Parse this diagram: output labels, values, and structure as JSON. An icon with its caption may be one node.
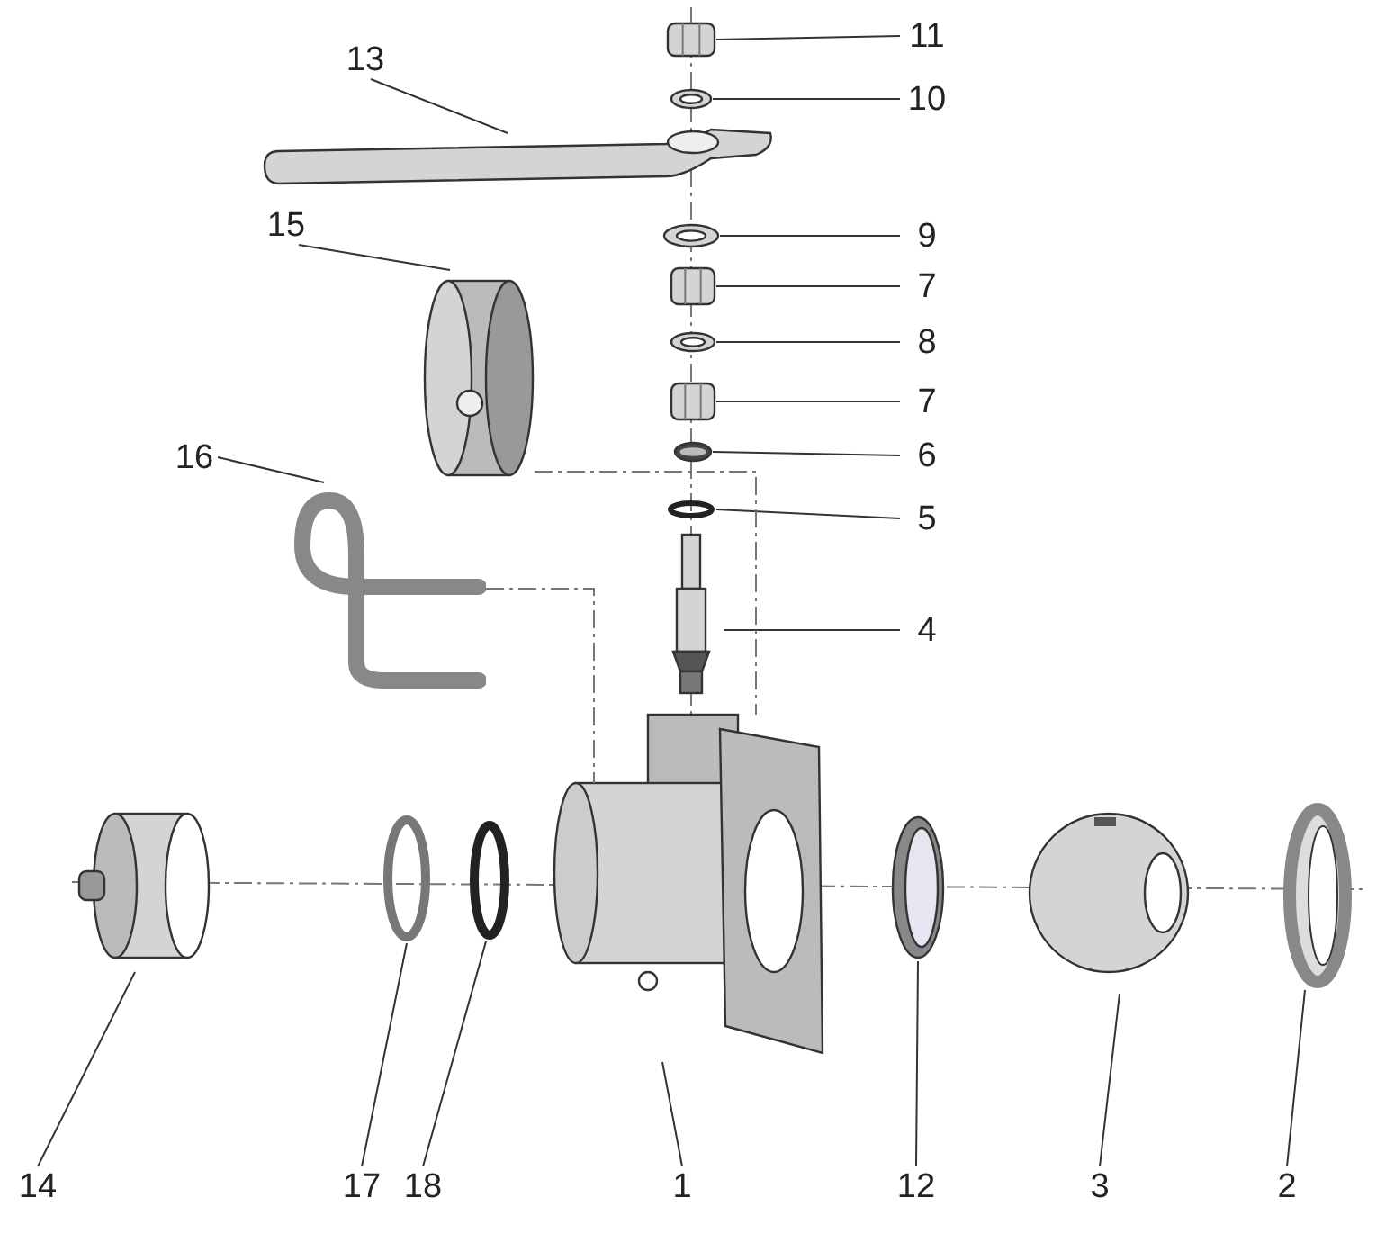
{
  "diagram": {
    "nodes": [
      {
        "text": [
          "11"
        ]
      },
      {
        "text": [
          "13"
        ]
      },
      {
        "text": [
          "10"
        ]
      },
      {
        "text": [
          "15"
        ]
      },
      {
        "text": [
          "9"
        ]
      },
      {
        "text": [
          "7"
        ]
      },
      {
        "text": [
          "8"
        ]
      },
      {
        "text": [
          "7"
        ]
      },
      {
        "text": [
          "6"
        ]
      },
      {
        "text": [
          "16"
        ]
      },
      {
        "text": [
          "5"
        ]
      },
      {
        "text": [
          "4"
        ]
      },
      {
        "text": [
          "14"
        ]
      },
      {
        "text": [
          "17"
        ]
      },
      {
        "text": [
          "18"
        ]
      },
      {
        "text": [
          "1"
        ]
      },
      {
        "text": [
          "12"
        ]
      },
      {
        "text": [
          "3"
        ]
      },
      {
        "text": [
          "2"
        ]
      },
      {
        "text": [],
        "shape": "picture"
      },
      {
        "text": [],
        "shape": "picture"
      },
      {
        "text": [],
        "shape": "picture"
      },
      {
        "text": [],
        "shape": "picture"
      },
      {
        "text": [],
        "shape": "picture"
      },
      {
        "text": [],
        "shape": "picture"
      },
      {
        "text": [],
        "shape": "picture"
      },
      {
        "text": [],
        "shape": "picture"
      },
      {
        "text": [],
        "shape": "picture"
      },
      {
        "text": [],
        "shape": "picture"
      },
      {
        "text": [],
        "shape": "circle"
      },
      {
        "text": [],
        "shape": "picture"
      },
      {
        "text": [],
        "shape": "cylinder"
      },
      {
        "text": [],
        "shape": "circle"
      },
      {
        "text": [],
        "shape": "circle"
      },
      {
        "text": [],
        "shape": "picture"
      },
      {
        "text": [],
        "shape": "picture"
      },
      {
        "text": [],
        "shape": "picture"
      },
      {
        "text": [],
        "shape": "circle"
      }
    ],
    "edges": [
      {
        "from": 0,
        "to": 19,
        "arrow": "none"
      },
      {
        "from": 1,
        "to": 20,
        "arrow": "none"
      },
      {
        "from": 2,
        "to": 21,
        "arrow": "none"
      },
      {
        "from": 3,
        "to": 22,
        "arrow": "none"
      },
      {
        "from": 4,
        "to": 23,
        "arrow": "none"
      },
      {
        "from": 5,
        "to": 24,
        "arrow": "none"
      },
      {
        "from": 6,
        "to": 25,
        "arrow": "none"
      },
      {
        "from": 7,
        "to": 26,
        "arrow": "none"
      },
      {
        "from": 8,
        "to": 27,
        "arrow": "none"
      },
      {
        "from": 9,
        "to": 28,
        "arrow": "none"
      },
      {
        "from": 10,
        "to": 29,
        "arrow": "none"
      },
      {
        "from": 11,
        "to": 30,
        "arrow": "none"
      },
      {
        "from": 12,
        "to": 31,
        "arrow": "none"
      },
      {
        "from": 13,
        "to": 32,
        "arrow": "none"
      },
      {
        "from": 14,
        "to": 33,
        "arrow": "none"
      },
      {
        "from": 15,
        "to": 34,
        "arrow": "none"
      },
      {
        "from": 16,
        "to": 35,
        "arrow": "none"
      },
      {
        "from": 17,
        "to": 36,
        "arrow": "none"
      },
      {
        "from": 18,
        "to": 37,
        "arrow": "none"
      },
      {
        "from": 22,
        "to": 34,
        "arrow": "none",
        "style": "dashed",
        "color": "#777777"
      },
      {
        "from": 28,
        "to": 34,
        "arrow": "none",
        "style": "dashed",
        "color": "#777777"
      }
    ]
  }
}
